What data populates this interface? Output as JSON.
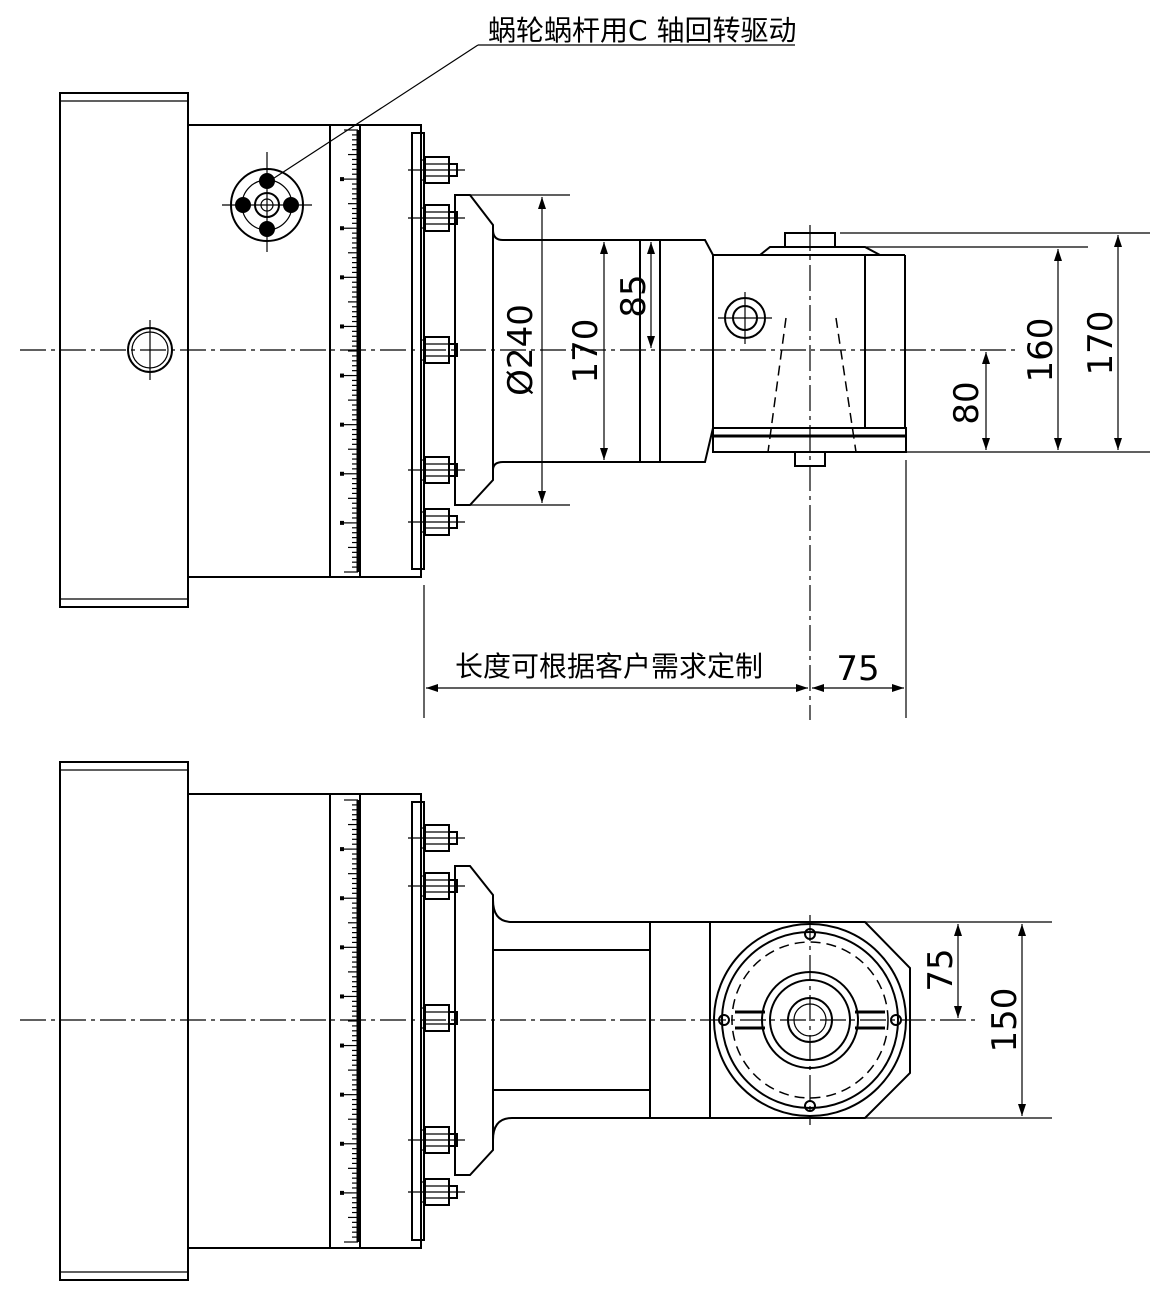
{
  "top_view": {
    "callout_label": "蜗轮蜗杆用C 轴回转驱动",
    "dims": {
      "d240": "Ø240",
      "d170_left": "170",
      "d85": "85",
      "d80": "80",
      "d160": "160",
      "d170_right": "170",
      "length_note": "长度可根据客户需求定制",
      "d75": "75"
    }
  },
  "bottom_view": {
    "dims": {
      "d75": "75",
      "d150": "150"
    }
  }
}
